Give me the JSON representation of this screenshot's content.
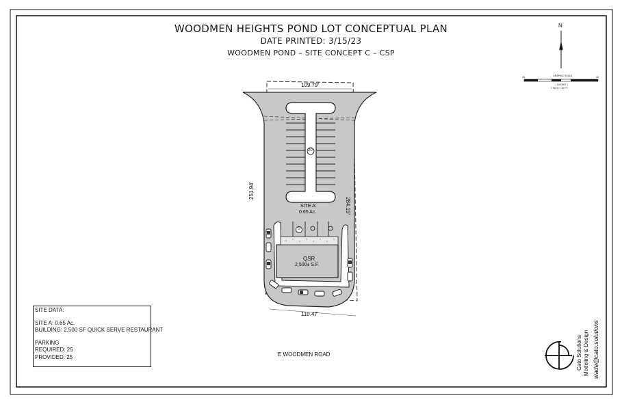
{
  "header": {
    "title": "WOODMEN HEIGHTS POND LOT CONCEPTUAL PLAN",
    "date_printed": "DATE PRINTED: 3/15/23",
    "subtitle": "WOODMEN POND – SITE CONCEPT C – CSP"
  },
  "north_arrow": {
    "label": "N"
  },
  "scale": {
    "title": "GRAPHIC SCALE",
    "unit": "( IN FEET )",
    "ratio": "1 INCH = 40 FT",
    "left_value": "40",
    "right_value": "40"
  },
  "site": {
    "dim_top": "109.79'",
    "dim_bottom": "110.47'",
    "dim_left": "251.94'",
    "dim_right": "284.19'",
    "parking_count_badge": "20",
    "site_label": "SITE A:",
    "site_area": "0.65 Ac.",
    "building_label": "QSR",
    "building_area": "2,500± S.F.",
    "s_badge": "S",
    "road": "E WOODMEN ROAD"
  },
  "site_data": {
    "heading": "SITE DATA:",
    "site_a": "SITE A:  0.65 Ac.",
    "building": "BUILDING: 2,500 SF QUICK SERVE RESTAURANT",
    "parking": "PARKING",
    "required": "REQUIRED:  25",
    "provided": "PROVIDED:  25"
  },
  "logo": {
    "company": "Cato Solutions",
    "tagline": "Modeling & Design",
    "email": "wade@cato.solutions"
  }
}
